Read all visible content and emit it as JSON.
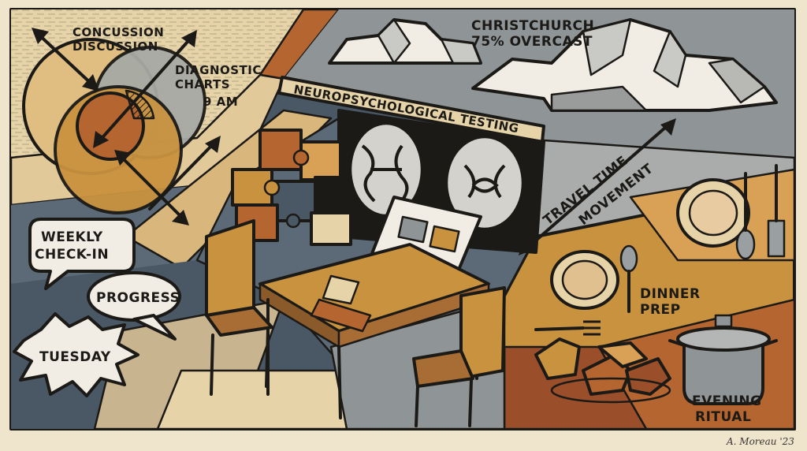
{
  "labels": {
    "concussion": [
      "CONCUSSION",
      "DISCUSSION"
    ],
    "diagnostic": [
      "DIAGNOSTIC",
      "CHARTS"
    ],
    "time": "9 AM",
    "location": [
      "CHRISTCHURCH",
      "75% OVERCAST"
    ],
    "banner": "NEUROPSYCHOLOGICAL TESTING",
    "travel": [
      "TRAVEL TIME",
      "MOVEMENT"
    ],
    "dinner": [
      "DINNER",
      "PREP"
    ],
    "evening": [
      "EVENING",
      "RITUAL"
    ]
  },
  "bubbles": {
    "weekly": [
      "WEEKLY",
      "CHECK-IN"
    ],
    "progress": "PROGRESS",
    "tuesday": "TUESDAY"
  },
  "signature": "A. Moreau '23",
  "icons": [
    "brain-scan-icon",
    "puzzle-icon",
    "document-icon",
    "plate-icon",
    "spoon-icon",
    "fork-icon",
    "pot-icon",
    "cloud-icon",
    "chair-icon",
    "table-icon"
  ],
  "colors": {
    "ink": "#1c1a17",
    "cream": "#efe4cc",
    "ochre": "#c9923f",
    "rust": "#b5652f",
    "slate": "#4a5866",
    "grey": "#8f9496"
  }
}
